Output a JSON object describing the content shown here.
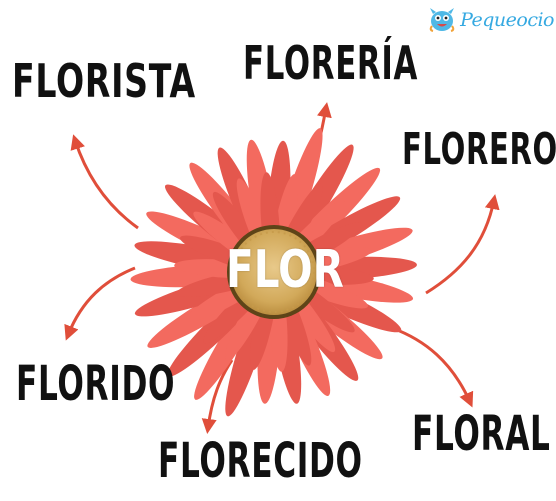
{
  "center": {
    "word": "FLOR"
  },
  "derived_words": [
    {
      "text": "FLORISTA",
      "id": "florista"
    },
    {
      "text": "FLORERÍA",
      "id": "floreria"
    },
    {
      "text": "FLORERO",
      "id": "florero"
    },
    {
      "text": "FLORIDO",
      "id": "florido"
    },
    {
      "text": "FLORECIDO",
      "id": "florecido"
    },
    {
      "text": "FLORAL",
      "id": "floral"
    }
  ],
  "brand": {
    "name": "Pequeocio",
    "logo_icon": "monster-mascot-icon"
  },
  "colors": {
    "petals": "#f36a5f",
    "petals_dark": "#e4574d",
    "arrows": "#e04e3a",
    "center": "#d7b46a",
    "center_rim": "#6b4e1f",
    "brand": "#36a9e1"
  }
}
